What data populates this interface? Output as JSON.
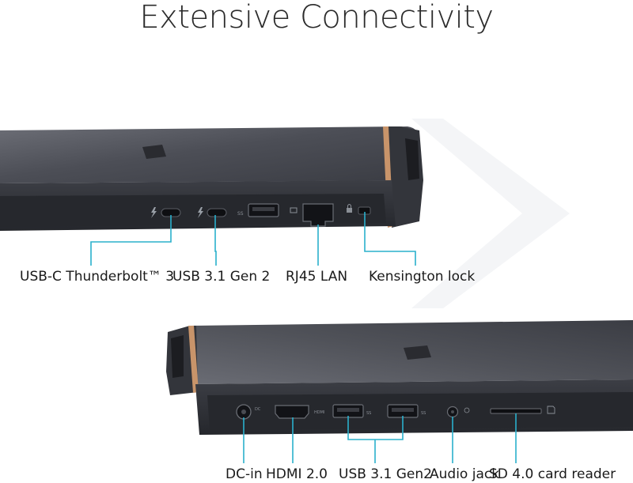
{
  "title": "Extensive Connectivity",
  "colors": {
    "background": "#ffffff",
    "chassis": "#55575f",
    "chassis_dark": "#2e3036",
    "port_panel": "#26282d",
    "accent_copper": "#c8946a",
    "callout_line": "#2ab0cc"
  },
  "top_ports": [
    {
      "label": "USB-C Thunderbolt™ 3"
    },
    {
      "label": "USB 3.1 Gen 2"
    },
    {
      "label": "RJ45 LAN"
    },
    {
      "label": "Kensington lock"
    }
  ],
  "bottom_ports": [
    {
      "label": "DC-in"
    },
    {
      "label": "HDMI 2.0"
    },
    {
      "label": "USB 3.1 Gen2"
    },
    {
      "label": "Audio jack"
    },
    {
      "label": "SD 4.0 card reader"
    }
  ],
  "icons": [
    "thunderbolt-icon",
    "usb-icon",
    "network-icon",
    "lock-icon",
    "dc-in-icon",
    "hdmi-icon",
    "audio-icon",
    "sd-card-icon"
  ]
}
